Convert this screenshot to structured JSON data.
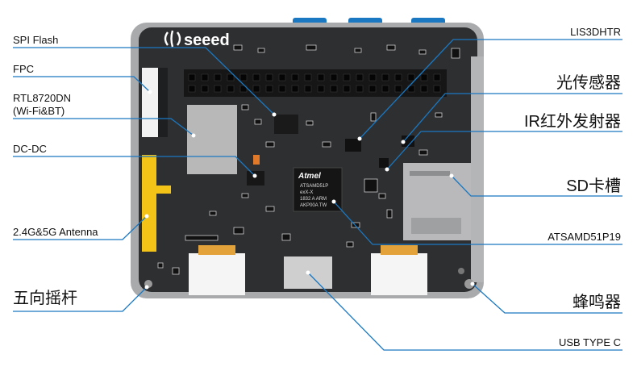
{
  "board": {
    "logo_text": "seeed",
    "chip_brand": "Atmel",
    "chip_lines": [
      "ATSAMD51P",
      "exX-X",
      "1832  A  ARM",
      "AKP00A  TW"
    ],
    "colors": {
      "board": "#2e2f31",
      "frame": "#a9aaac",
      "antenna": "#f3c317",
      "usb_blue": "#1a78c2",
      "leader": "#1a78c2"
    }
  },
  "labels": {
    "left": [
      {
        "id": "spi-flash",
        "text": "SPI Flash"
      },
      {
        "id": "fpc",
        "text": "FPC"
      },
      {
        "id": "rtl8720dn",
        "text": "RTL8720DN"
      },
      {
        "id": "wifi-bt",
        "text": "(Wi-Fi&BT)"
      },
      {
        "id": "dc-dc",
        "text": "DC-DC"
      },
      {
        "id": "antenna",
        "text": "2.4G&5G Antenna"
      },
      {
        "id": "joystick",
        "text": "五向摇杆"
      }
    ],
    "right": [
      {
        "id": "lis3dhtr",
        "text": "LIS3DHTR"
      },
      {
        "id": "light-sensor",
        "text": "光传感器"
      },
      {
        "id": "ir-emitter",
        "text": "IR红外发射器"
      },
      {
        "id": "sd-slot",
        "text": "SD卡槽"
      },
      {
        "id": "atsamd51p19",
        "text": "ATSAMD51P19"
      },
      {
        "id": "buzzer",
        "text": "蜂鸣器"
      },
      {
        "id": "usb-type-c",
        "text": "USB TYPE C"
      }
    ]
  }
}
